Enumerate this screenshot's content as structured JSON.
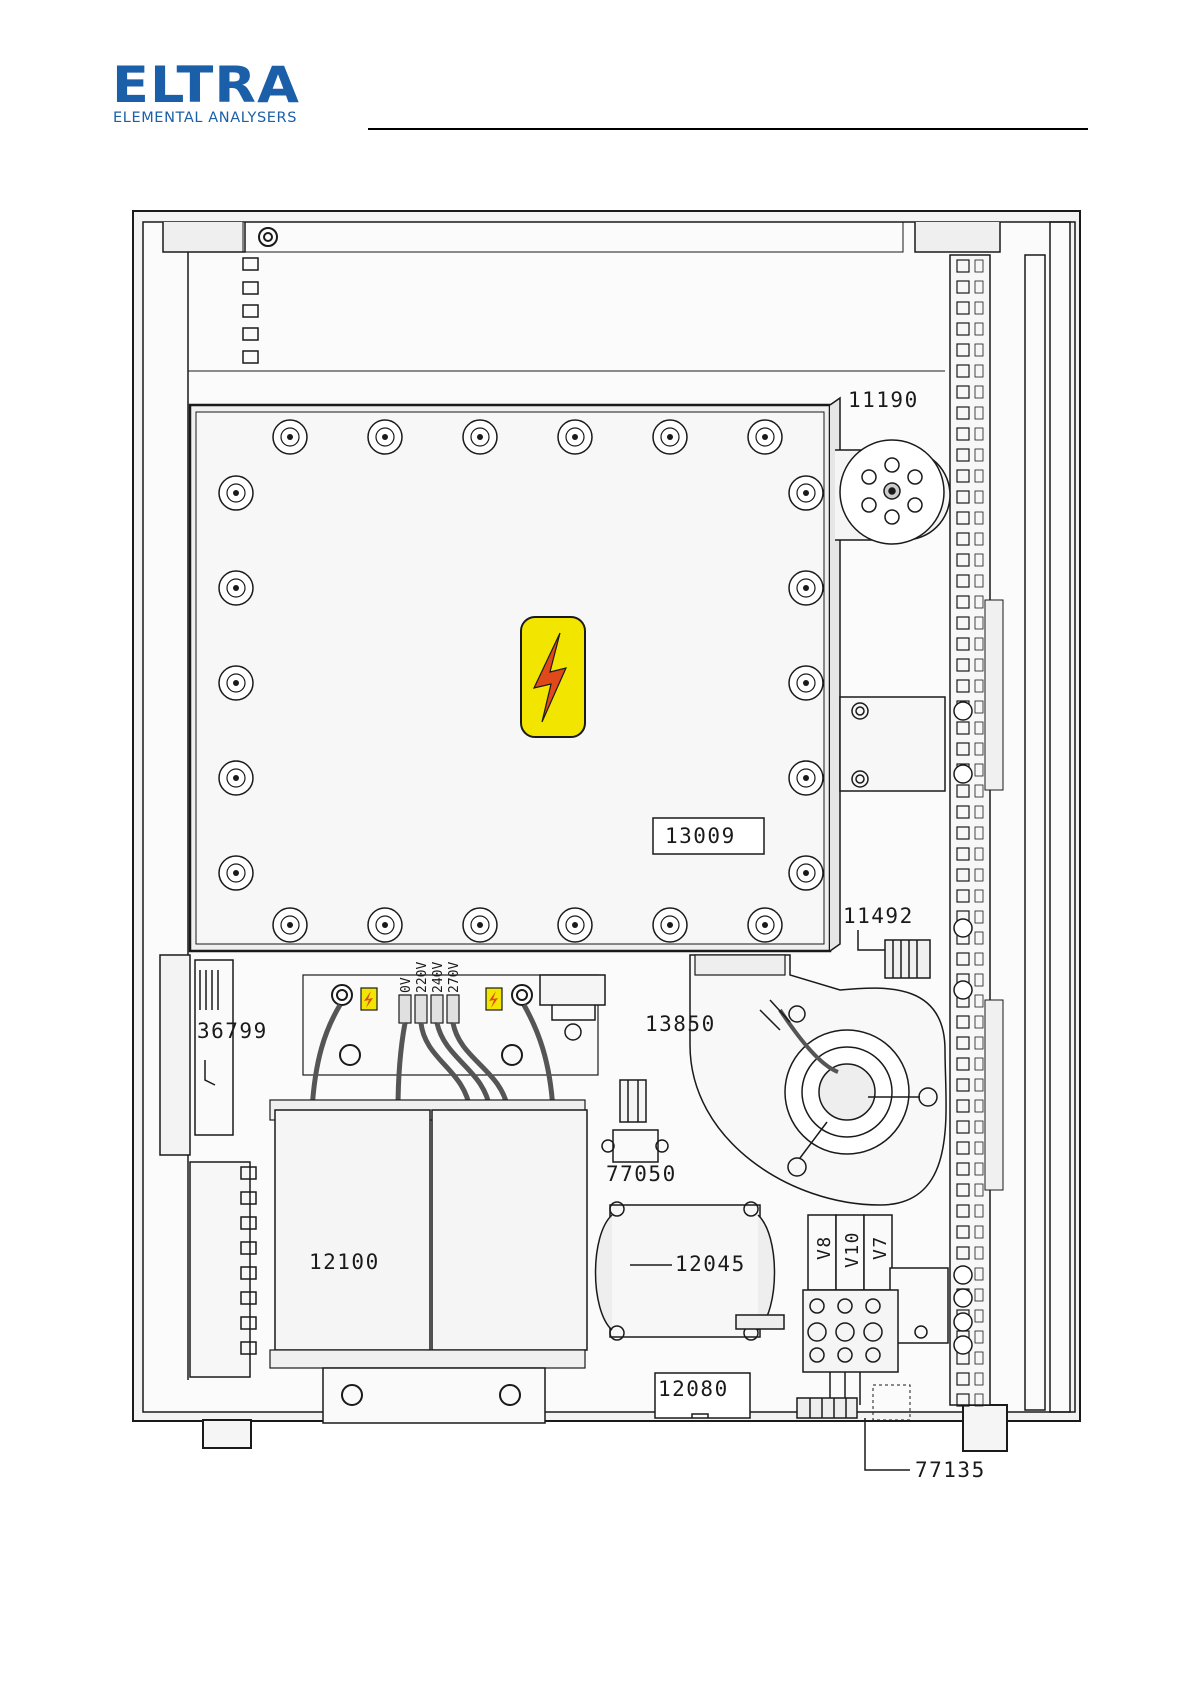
{
  "logo": {
    "name": "ELTRA",
    "tagline": "ELEMENTAL ANALYSERS",
    "brand_color": "#1b5fa8"
  },
  "diagram": {
    "part_labels": {
      "furnace": "13009",
      "fan": "11190",
      "sensor": "11492",
      "terminal": "36799",
      "pump": "13850",
      "relay": "77050",
      "transformer": "12100",
      "filter_unit": "12045",
      "board": "12080",
      "connector": "77135"
    },
    "voltage_taps": [
      "0V",
      "220V",
      "240V",
      "270V"
    ],
    "valve_labels": [
      "V8",
      "V10",
      "V7"
    ],
    "hazard_icon": "high-voltage-warning-icon",
    "hazard_color": "#f2e600",
    "bolt_color": "#e04a1a"
  }
}
